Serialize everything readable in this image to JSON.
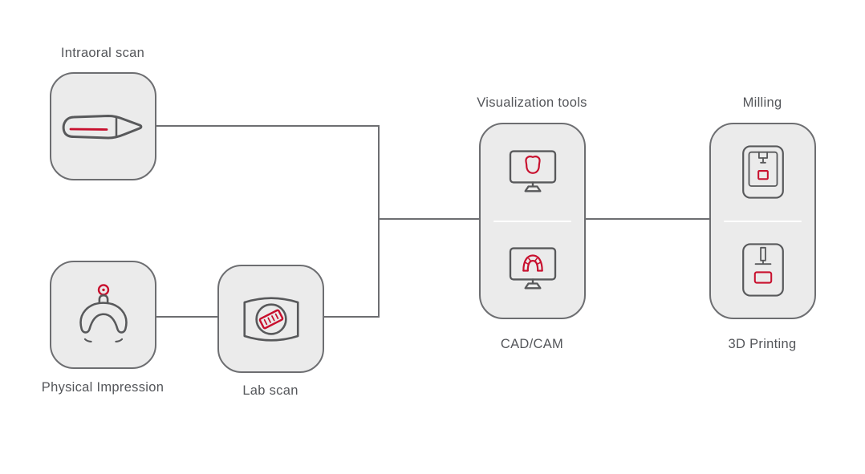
{
  "diagram": {
    "type": "flowchart",
    "subject": "Digital dental workflow",
    "colors": {
      "accent_red": "#c8102e",
      "outline_gray": "#6d6e71",
      "icon_gray": "#58595b",
      "box_fill": "#ebebeb",
      "label_text": "#54565a",
      "background": "#ffffff"
    },
    "nodes": [
      {
        "id": "intraoral-scan",
        "top_label": "Intraoral scan",
        "icons": [
          "intraoral-scanner-icon"
        ]
      },
      {
        "id": "physical-impression",
        "bottom_label": "Physical Impression",
        "icons": [
          "impression-tray-icon"
        ]
      },
      {
        "id": "lab-scan",
        "bottom_label": "Lab scan",
        "icons": [
          "lab-scanner-icon"
        ]
      },
      {
        "id": "visualization-tools",
        "top_label": "Visualization tools",
        "bottom_label": "CAD/CAM",
        "icons": [
          "monitor-tooth-icon",
          "monitor-denture-icon"
        ]
      },
      {
        "id": "milling-3d-printing",
        "top_label": "Milling",
        "bottom_label": "3D Printing",
        "icons": [
          "milling-machine-icon",
          "3d-printer-icon"
        ]
      }
    ],
    "connections": [
      {
        "from": "intraoral-scan",
        "to": "visualization-tools"
      },
      {
        "from": "physical-impression",
        "to": "lab-scan"
      },
      {
        "from": "lab-scan",
        "to": "visualization-tools"
      },
      {
        "from": "visualization-tools",
        "to": "milling-3d-printing"
      }
    ]
  }
}
